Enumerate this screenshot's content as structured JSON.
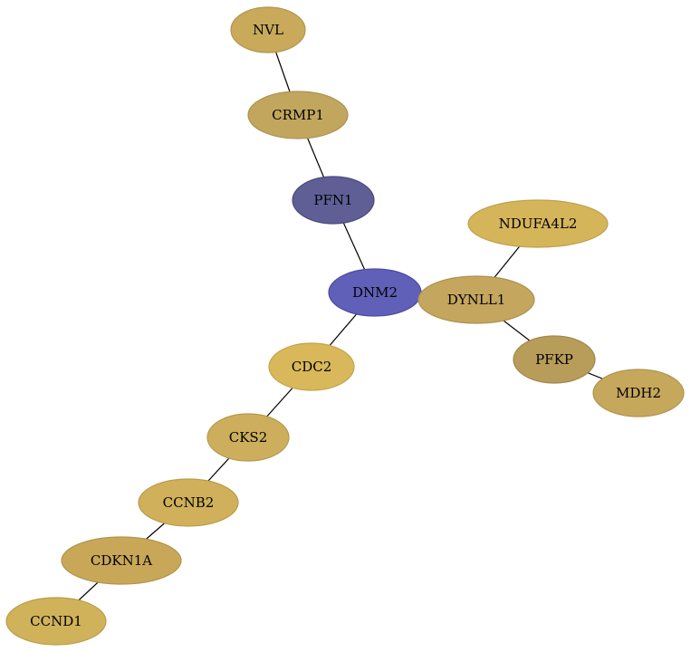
{
  "graph": {
    "nodes": [
      {
        "id": "nvl",
        "label": "NVL",
        "color": "#c8aa5a",
        "stroke": "#b39550"
      },
      {
        "id": "crmp1",
        "label": "CRMP1",
        "color": "#c2a65e",
        "stroke": "#ad9152"
      },
      {
        "id": "pfn1",
        "label": "PFN1",
        "color": "#5f5f96",
        "stroke": "#4a4a80"
      },
      {
        "id": "ndufa4l2",
        "label": "NDUFA4L2",
        "color": "#d4b55a",
        "stroke": "#bfa04d"
      },
      {
        "id": "dnm2",
        "label": "DNM2",
        "color": "#6060b8",
        "stroke": "#4a4aa0"
      },
      {
        "id": "dynll1",
        "label": "DYNLL1",
        "color": "#c4a65e",
        "stroke": "#ae9150"
      },
      {
        "id": "pfkp",
        "label": "PFKP",
        "color": "#b89c5a",
        "stroke": "#a2874c"
      },
      {
        "id": "mdh2",
        "label": "MDH2",
        "color": "#c6a85c",
        "stroke": "#b0934e"
      },
      {
        "id": "cdc2",
        "label": "CDC2",
        "color": "#d8b85a",
        "stroke": "#c3a34c"
      },
      {
        "id": "cks2",
        "label": "CKS2",
        "color": "#ccae5c",
        "stroke": "#b6994e"
      },
      {
        "id": "ccnb2",
        "label": "CCNB2",
        "color": "#d0b05a",
        "stroke": "#ba9b4c"
      },
      {
        "id": "cdkn1a",
        "label": "CDKN1A",
        "color": "#c8a858",
        "stroke": "#b2934a"
      },
      {
        "id": "ccnd1",
        "label": "CCND1",
        "color": "#d0b25a",
        "stroke": "#ba9d4c"
      }
    ],
    "edges": [
      [
        "nvl",
        "crmp1"
      ],
      [
        "crmp1",
        "pfn1"
      ],
      [
        "pfn1",
        "dnm2"
      ],
      [
        "dnm2",
        "dynll1"
      ],
      [
        "ndufa4l2",
        "dynll1"
      ],
      [
        "dynll1",
        "pfkp"
      ],
      [
        "pfkp",
        "mdh2"
      ],
      [
        "dnm2",
        "cdc2"
      ],
      [
        "cdc2",
        "cks2"
      ],
      [
        "cks2",
        "ccnb2"
      ],
      [
        "ccnb2",
        "cdkn1a"
      ],
      [
        "cdkn1a",
        "ccnd1"
      ]
    ]
  }
}
